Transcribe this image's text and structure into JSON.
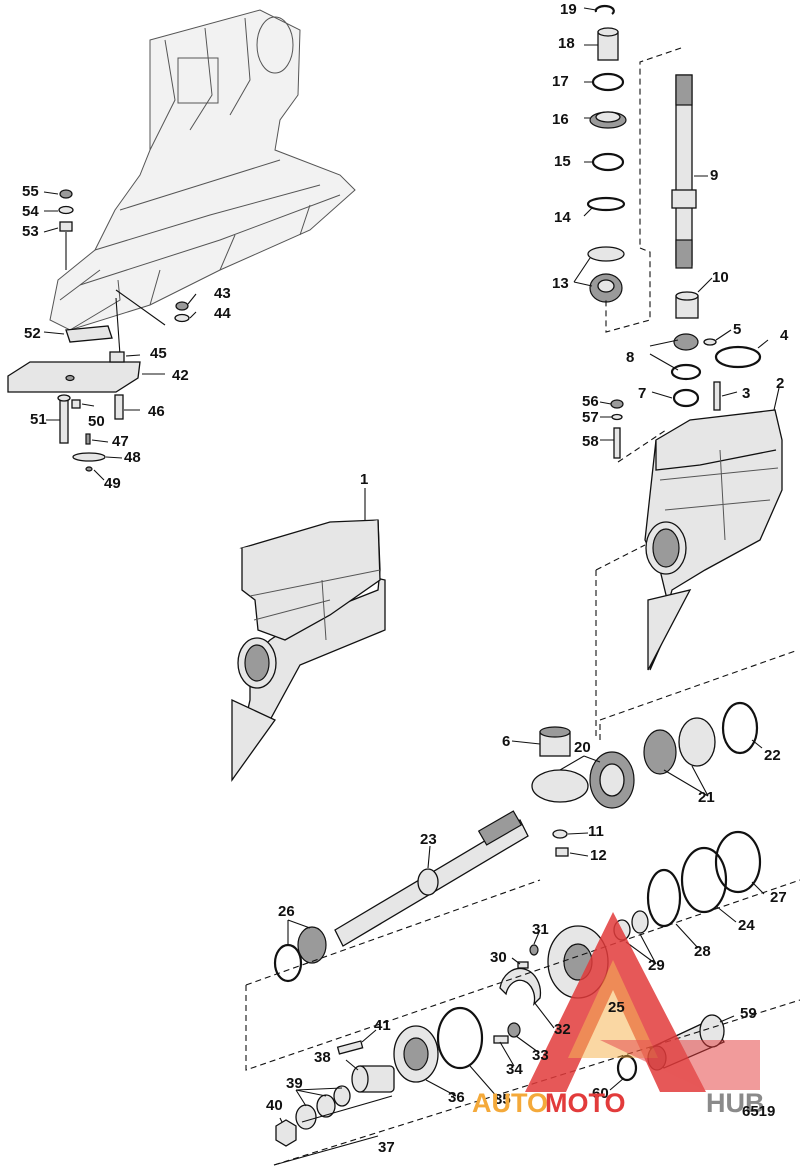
{
  "diagram": {
    "id": "6519",
    "callouts": [
      "1",
      "2",
      "3",
      "4",
      "5",
      "6",
      "7",
      "8",
      "9",
      "10",
      "11",
      "12",
      "13",
      "14",
      "15",
      "16",
      "17",
      "18",
      "19",
      "20",
      "21",
      "22",
      "23",
      "24",
      "25",
      "26",
      "27",
      "28",
      "29",
      "30",
      "31",
      "32",
      "33",
      "34",
      "35",
      "36",
      "37",
      "38",
      "39",
      "40",
      "41",
      "42",
      "43",
      "44",
      "45",
      "46",
      "47",
      "48",
      "49",
      "50",
      "51",
      "52",
      "53",
      "54",
      "55",
      "56",
      "57",
      "58",
      "59",
      "60"
    ]
  },
  "watermark": {
    "part1": "AUTO",
    "part2": "MOTO",
    "part3": "HUB",
    "colors": {
      "orange": "#f4a93a",
      "red": "#e23b3b",
      "gray": "#8a8a8a"
    }
  },
  "icons": [
    "triangle-logo-icon"
  ]
}
